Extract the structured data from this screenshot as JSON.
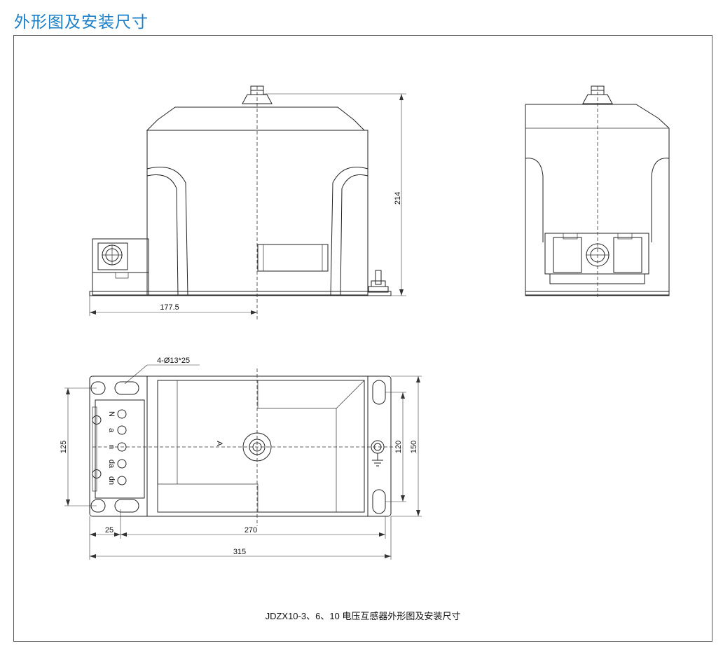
{
  "page_title": "外形图及安装尺寸",
  "drawing": {
    "dimensions": {
      "height_214": "214",
      "offset_177_5": "177.5",
      "holes_spec": "4-Ø13*25",
      "hole_spacing_125": "125",
      "mount_120": "120",
      "width_150": "150",
      "edge_25": "25",
      "length_270": "270",
      "overall_315": "315"
    },
    "labels": {
      "view_marker": "A",
      "terminals": [
        "N",
        "a",
        "n",
        "da",
        "dn"
      ]
    },
    "caption": "JDZX10-3、6、10 电压互感器外形图及安装尺寸"
  }
}
